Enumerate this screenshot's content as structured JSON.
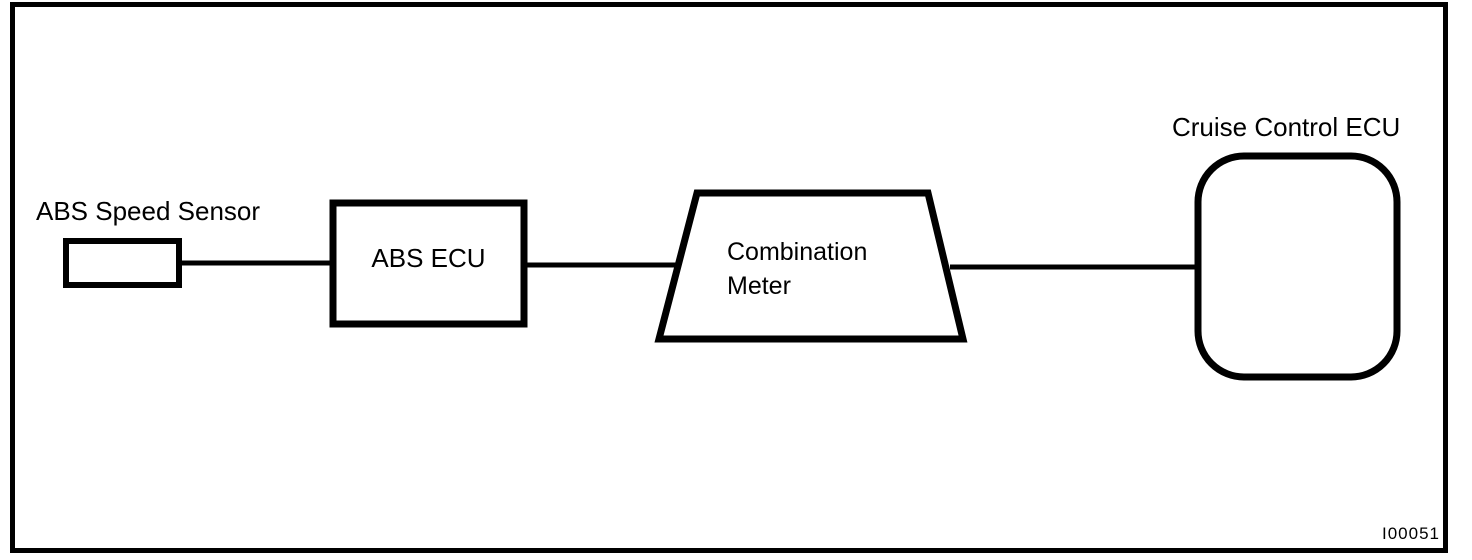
{
  "diagram": {
    "type": "block-diagram",
    "figure_id": "I00051",
    "colors": {
      "stroke": "#000000",
      "background": "#ffffff"
    },
    "nodes": {
      "abs_speed_sensor": {
        "label": "ABS Speed Sensor",
        "shape": "small-rectangle"
      },
      "abs_ecu": {
        "label": "ABS ECU",
        "shape": "rectangle"
      },
      "combination_meter": {
        "label": "Combination Meter",
        "shape": "trapezoid"
      },
      "cruise_control_ecu": {
        "label": "Cruise Control ECU",
        "shape": "rounded-rectangle"
      }
    },
    "connections": [
      {
        "from": "abs_speed_sensor",
        "to": "abs_ecu"
      },
      {
        "from": "abs_ecu",
        "to": "combination_meter"
      },
      {
        "from": "combination_meter",
        "to": "cruise_control_ecu"
      }
    ]
  }
}
